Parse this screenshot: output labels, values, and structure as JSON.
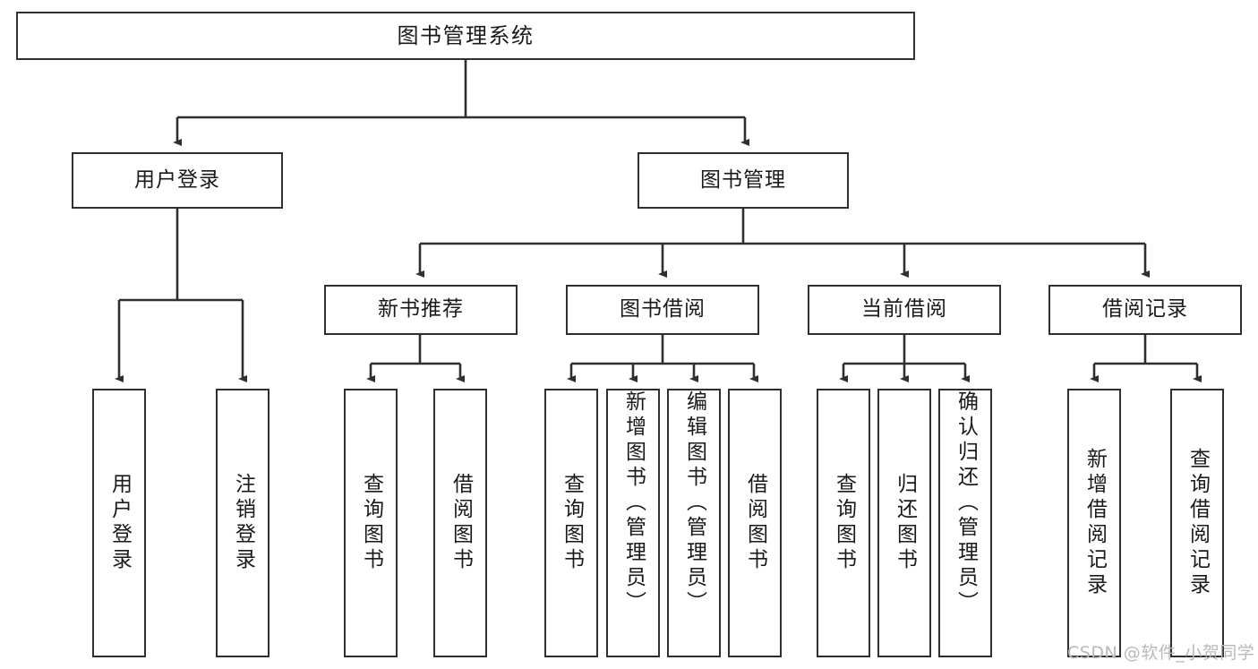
{
  "diagram": {
    "title": "图书管理系统",
    "type": "tree-hierarchy-chart",
    "watermark": "CSDN @软件_小贺同学",
    "colors": {
      "node_border": "#2f2f2f",
      "node_fill": "#ffffff",
      "edge": "#2f2f2f",
      "text": "#1a1a1a",
      "watermark": "#b9b9b9",
      "background": "#ffffff"
    },
    "levels": {
      "root": {
        "label": "图书管理系统"
      },
      "level2": [
        {
          "label": "用户登录"
        },
        {
          "label": "图书管理"
        }
      ],
      "level3": [
        {
          "label": "新书推荐"
        },
        {
          "label": "图书借阅"
        },
        {
          "label": "当前借阅"
        },
        {
          "label": "借阅记录"
        }
      ]
    },
    "leaves": {
      "user_login": [
        {
          "label": "用户登录"
        },
        {
          "label": "注销登录"
        }
      ],
      "new_book_recommend": [
        {
          "label": "查询图书"
        },
        {
          "label": "借阅图书"
        }
      ],
      "book_borrow": [
        {
          "label": "查询图书"
        },
        {
          "label": "新增图书（管理员）"
        },
        {
          "label": "编辑图书（管理员）"
        },
        {
          "label": "借阅图书"
        }
      ],
      "current_borrow": [
        {
          "label": "查询图书"
        },
        {
          "label": "归还图书"
        },
        {
          "label": "确认归还（管理员）"
        }
      ],
      "borrow_record": [
        {
          "label": "新增借阅记录"
        },
        {
          "label": "查询借阅记录"
        }
      ]
    }
  }
}
